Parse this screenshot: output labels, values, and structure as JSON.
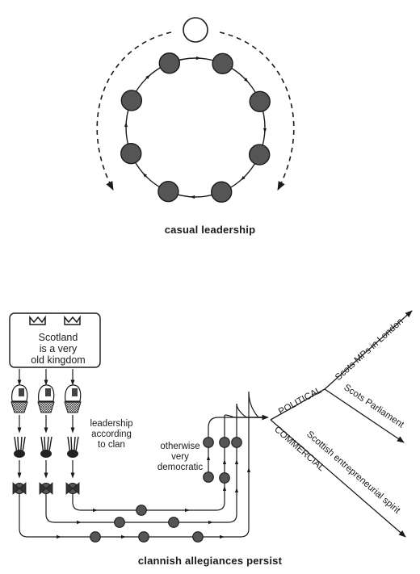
{
  "top_diagram": {
    "caption": "casual leadership"
  },
  "bottom_diagram": {
    "kingdom_box": {
      "line1": "Scotland",
      "line2": "is a very",
      "line3": "old kingdom"
    },
    "clan_label": {
      "line1": "leadership",
      "line2": "according",
      "line3": "to clan"
    },
    "democratic_label": {
      "line1": "otherwise",
      "line2": "very",
      "line3": "democratic"
    },
    "branches": {
      "political": "POLITICAL",
      "commercial": "COMMERCIAL",
      "mps": "Scots MPs in London",
      "parliament": "Scots Parliament",
      "entrepreneurial": "Scottish entrepreneurial spirit"
    },
    "caption": "clannish allegiances persist"
  },
  "colors": {
    "ink": "#1a1a1a",
    "node_fill": "#555555",
    "node_stroke": "#1a1a1a"
  }
}
